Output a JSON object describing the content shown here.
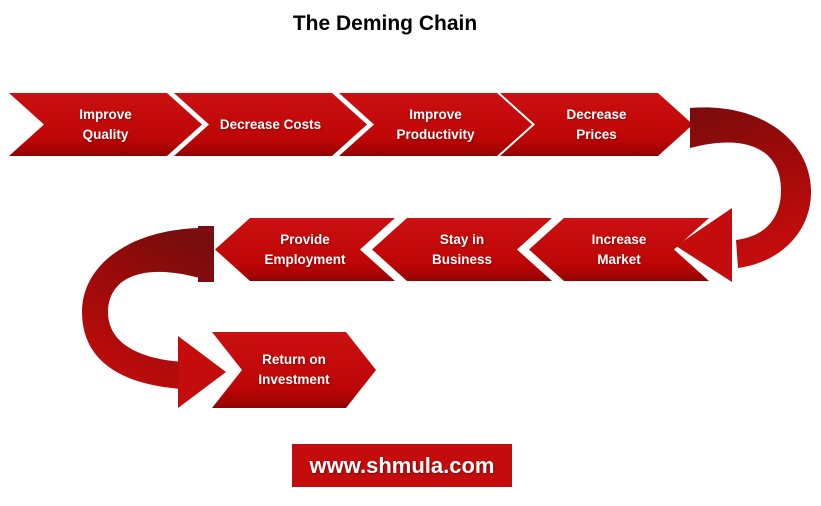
{
  "title": "The Deming Chain",
  "colors": {
    "chevron_red": "#C00000",
    "ribbon_dark_red": "#7A0D0D",
    "text_white": "#FFFFFF",
    "title_black": "#000000"
  },
  "chain": {
    "row1": [
      {
        "label": "Improve\nQuality"
      },
      {
        "label": "Decrease Costs"
      },
      {
        "label": "Improve\nProductivity"
      },
      {
        "label": "Decrease\nPrices"
      }
    ],
    "row2": [
      {
        "label": "Provide\nEmployment"
      },
      {
        "label": "Stay in\nBusiness"
      },
      {
        "label": "Increase\nMarket"
      }
    ],
    "row3": [
      {
        "label": "Return on\nInvestment"
      }
    ]
  },
  "footer": {
    "label": "www.shmula.com"
  }
}
